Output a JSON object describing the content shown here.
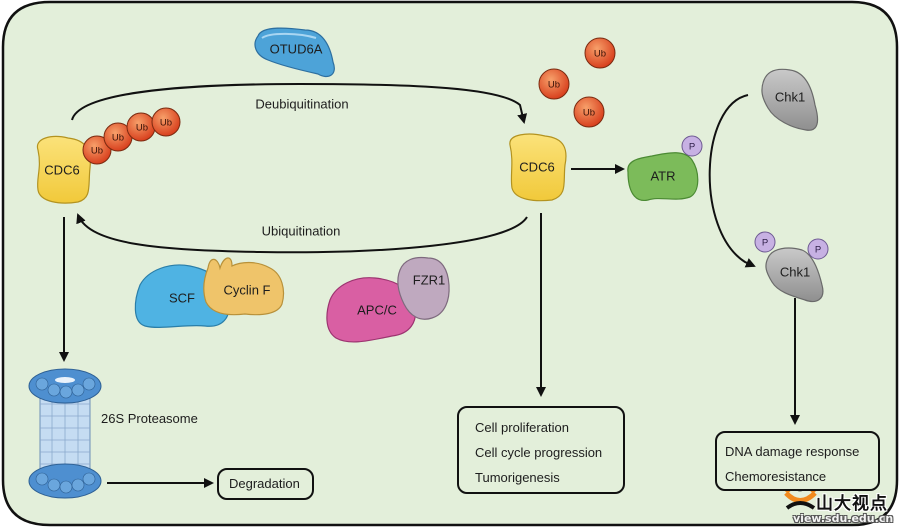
{
  "diagram": {
    "proteins": {
      "otud6a": "OTUD6A",
      "cdc6_left": "CDC6",
      "cdc6_right": "CDC6",
      "scf": "SCF",
      "cyclin_f": "Cyclin F",
      "apc_c": "APC/C",
      "fzr1": "FZR1",
      "atr": "ATR",
      "chk1_top": "Chk1",
      "chk1_bottom": "Chk1",
      "proteasome": "26S Proteasome"
    },
    "ubiquitin_label": "Ub",
    "phosphate_label": "P",
    "processes": {
      "deubiquitination": "Deubiquitination",
      "ubiquitination": "Ubiquitination"
    },
    "outcome_boxes": {
      "degradation": [
        "Degradation"
      ],
      "cdc6_effects": [
        "Cell proliferation",
        "Cell cycle progression",
        "Tumorigenesis"
      ],
      "chk1_effects": [
        "DNA damage response",
        "Chemoresistance"
      ]
    },
    "watermark": {
      "chinese": "山大视点",
      "url": "view.sdu.edu.cn"
    },
    "colors": {
      "background": "#e3efda",
      "cdc6": "#f7d653",
      "ubiquitin": "#e8552b",
      "otud6a": "#4da3d8",
      "scf": "#4fb3e3",
      "cyclin_f": "#efc46a",
      "apc_c": "#d95fa3",
      "fzr1": "#bfa9bf",
      "atr": "#7cbb5a",
      "chk1": "#a8a8a8",
      "phosphate": "#c7b1e3",
      "proteasome_cap": "#4e8fd0",
      "proteasome_core": "#c5dcf2"
    }
  }
}
